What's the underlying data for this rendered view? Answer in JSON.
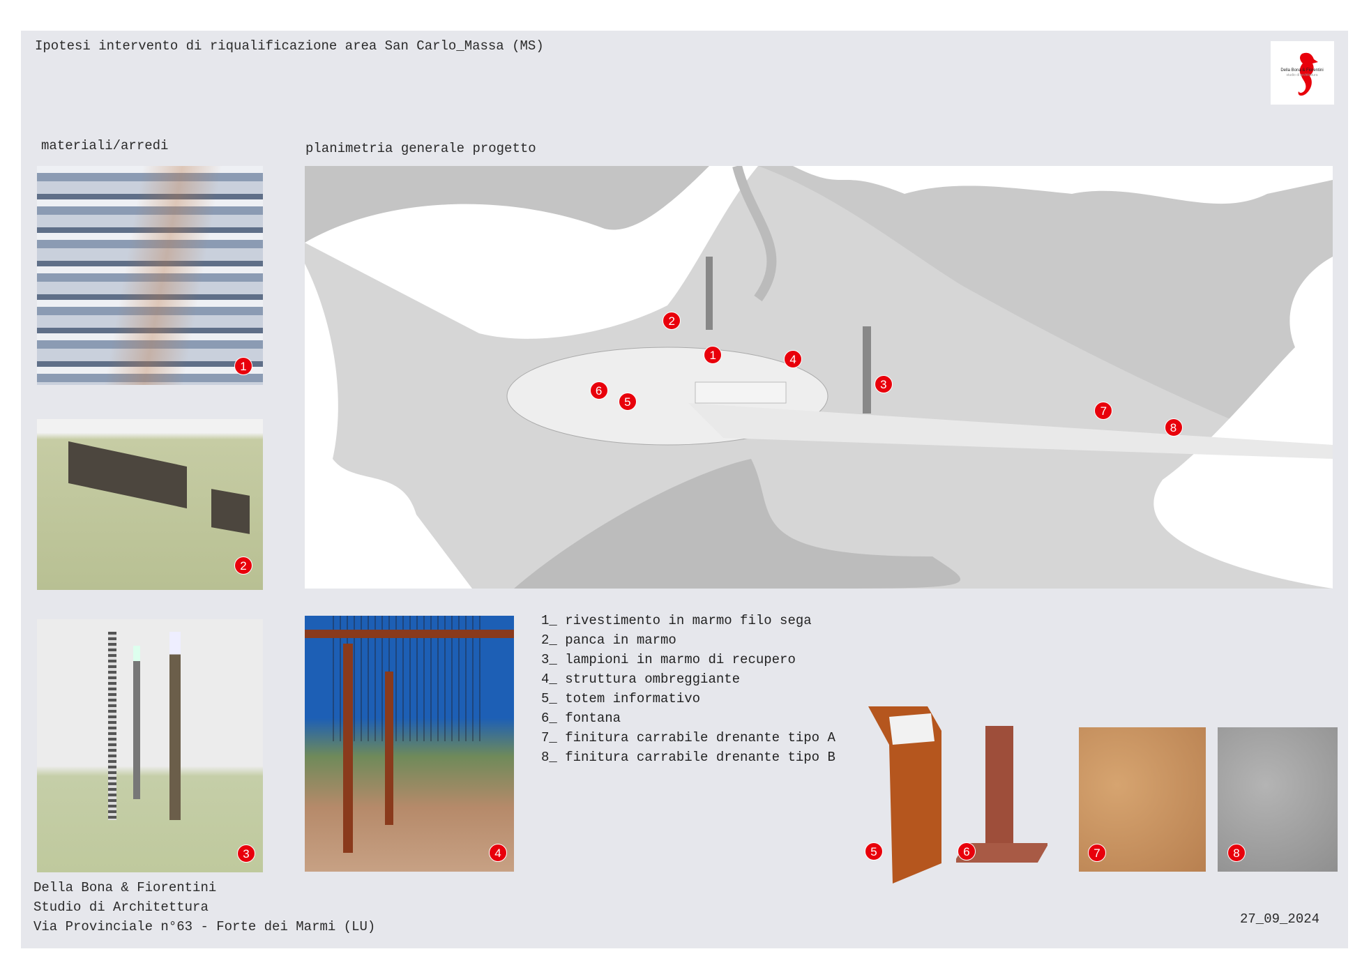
{
  "header": {
    "title": "Ipotesi intervento di riqualificazione area San Carlo_Massa (MS)"
  },
  "logo": {
    "line1": "Della Bona & Fiorentini",
    "line2": "studio di architettura",
    "color": "#e8000b"
  },
  "sections": {
    "materials": "materiali/arredi",
    "plan": "planimetria generale progetto"
  },
  "markers": [
    "1",
    "2",
    "3",
    "4",
    "5",
    "6",
    "7",
    "8"
  ],
  "legend": [
    "1_ rivestimento in marmo filo sega",
    "2_ panca in marmo",
    "3_ lampioni in marmo di recupero",
    "4_ struttura ombreggiante",
    "5_ totem informativo",
    "6_ fontana",
    "7_ finitura carrabile drenante tipo A",
    "8_ finitura carrabile drenante tipo B"
  ],
  "footer": {
    "line1": "Della Bona & Fiorentini",
    "line2": "Studio di Architettura",
    "line3": "Via Provinciale n°63 - Forte dei Marmi (LU)",
    "date": "27_09_2024"
  }
}
